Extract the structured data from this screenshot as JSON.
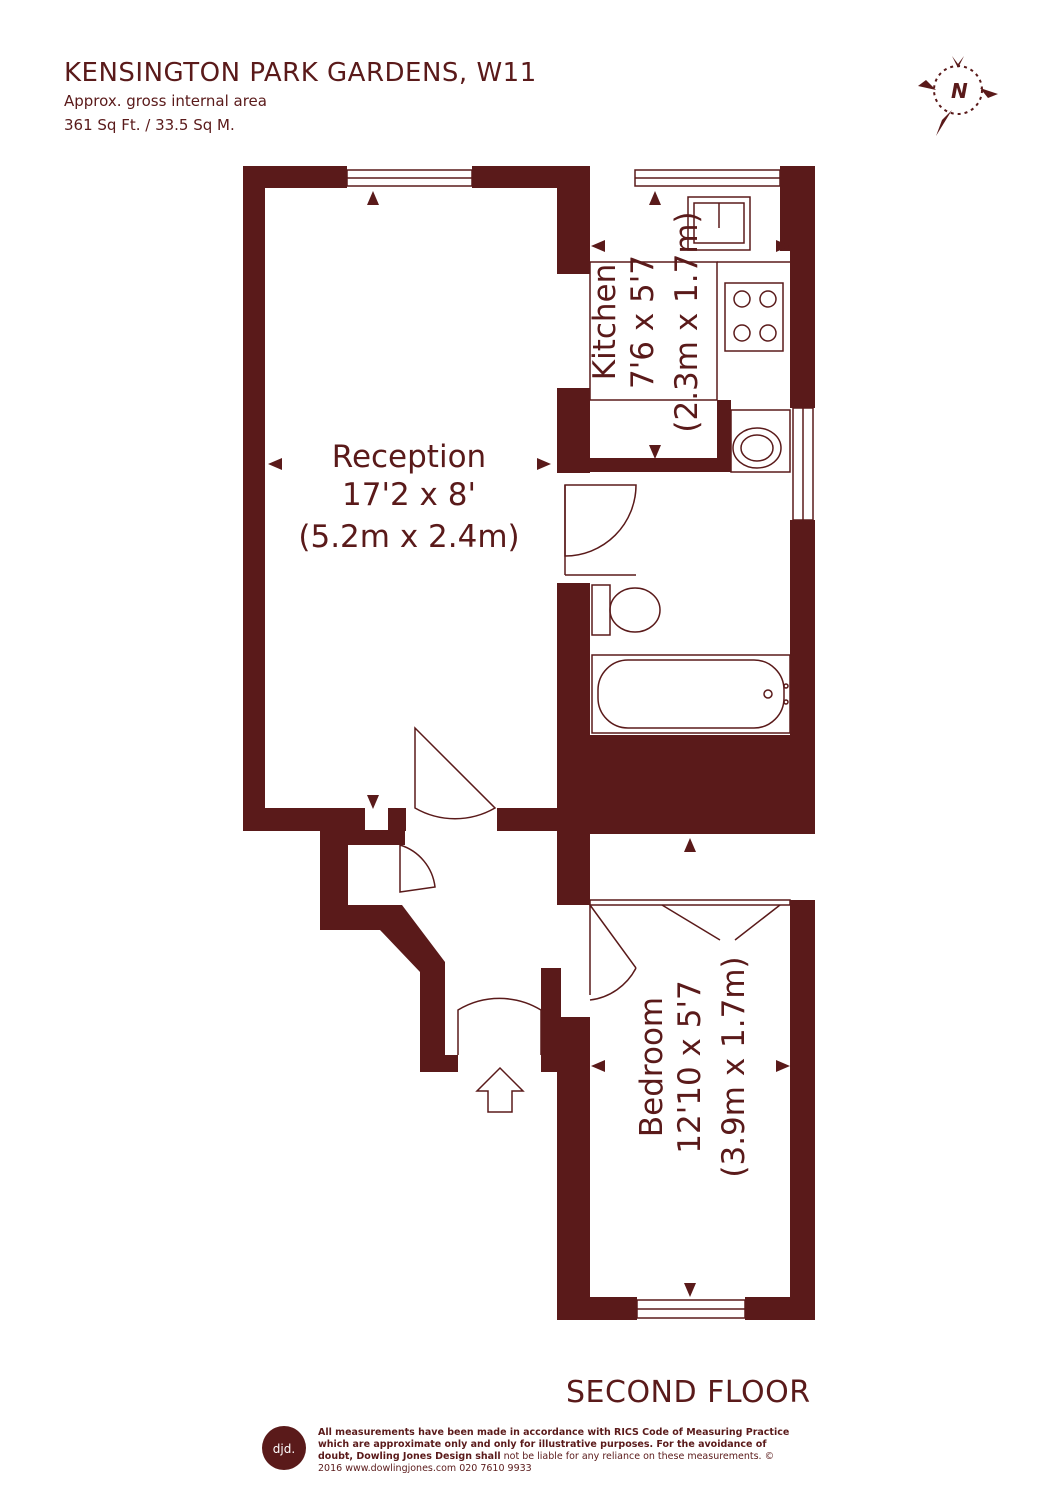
{
  "header": {
    "title": "KENSINGTON PARK GARDENS, W11",
    "area_label": "Approx. gross internal area",
    "area_value": "361 Sq Ft. / 33.5 Sq M."
  },
  "compass": {
    "label": "N"
  },
  "rooms": {
    "reception": {
      "name": "Reception",
      "imperial": "17'2 x 8'",
      "metric": "(5.2m x 2.4m)"
    },
    "kitchen": {
      "name": "Kitchen",
      "imperial": "7'6 x 5'7",
      "metric": "(2.3m x 1.7m)"
    },
    "bedroom": {
      "name": "Bedroom",
      "imperial": "12'10 x 5'7",
      "metric": "(3.9m x 1.7m)"
    }
  },
  "floor_label": "SECOND FLOOR",
  "footer": {
    "logo_text": "djd.",
    "disclaimer_bold": "All measurements have been made in accordance with RICS Code of Measuring Practice which are approximate only and only for illustrative purposes. For the avoidance of doubt, Dowling Jones Design shall",
    "disclaimer_rest": "not be liable for any reliance on these measurements. © 2016 www.dowlingjones.com 020 7610 9933"
  },
  "colors": {
    "wall": "#5a1a1a",
    "fixture": "#5a1a1a",
    "background": "#ffffff"
  }
}
